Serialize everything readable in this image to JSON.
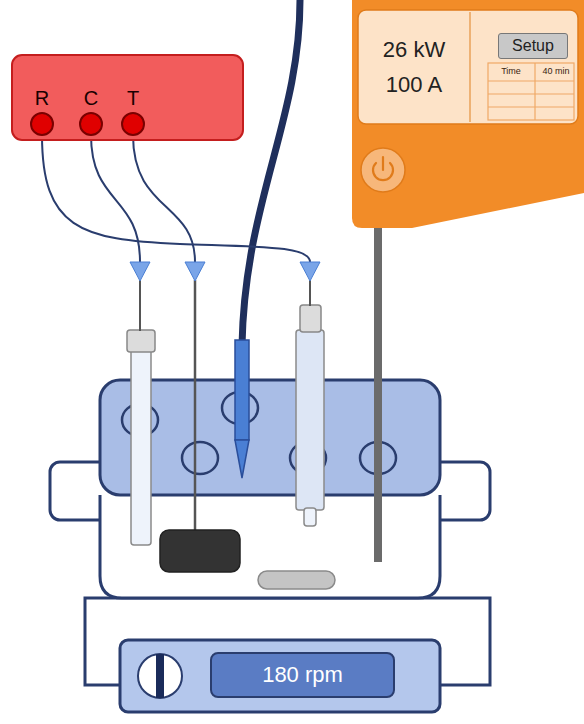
{
  "diagram": {
    "nodes": [
      {
        "text": [
          "R",
          "C",
          "T"
        ]
      },
      {
        "text": [
          "26 kW",
          "100 A"
        ]
      },
      {
        "text": [
          "Setup"
        ]
      },
      {
        "text": [
          "180 rpm"
        ]
      }
    ],
    "labels": [
      "Time",
      "40 min"
    ]
  }
}
